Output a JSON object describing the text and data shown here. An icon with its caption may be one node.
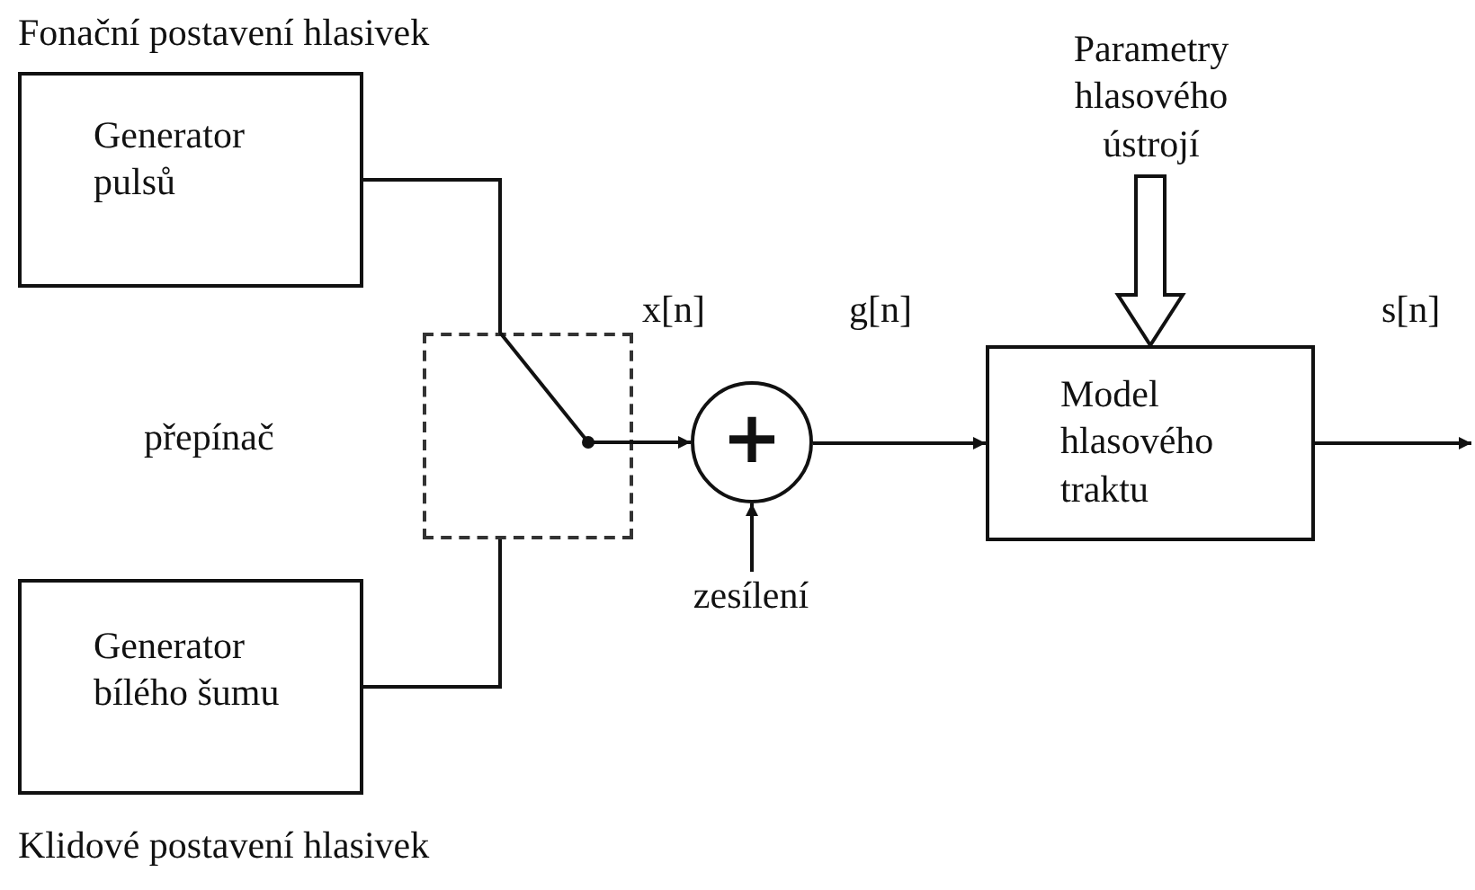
{
  "diagram": {
    "nodes": [
      {
        "text": [
          "Generator pulsů"
        ]
      },
      {
        "text": [
          "Generator bílého šumu"
        ]
      },
      {
        "text": [],
        "shape": "box",
        "beside": [
          "přepínač"
        ]
      },
      {
        "text": [
          "+"
        ]
      },
      {
        "text": [
          "Model hlasového traktu"
        ]
      },
      {
        "text": [
          "Parametry hlasového ústrojí"
        ]
      },
      {
        "text": [
          "zesílení"
        ]
      }
    ],
    "edges": [
      {
        "from": 0,
        "to": 2,
        "arrow": "none"
      },
      {
        "from": 1,
        "to": 2,
        "arrow": "none"
      },
      {
        "from": 2,
        "to": 3,
        "arrow": "to",
        "label": "x[n]"
      },
      {
        "from": 3,
        "to": 4,
        "arrow": "to",
        "label": "g[n]"
      },
      {
        "from": 4,
        "to": null,
        "arrow": "to",
        "label": "s[n]"
      },
      {
        "from": 5,
        "to": 4,
        "arrow": "to",
        "style": "thick"
      },
      {
        "from": 6,
        "to": 3,
        "arrow": "to"
      }
    ],
    "labels": [
      "Fonační postavení hlasivek",
      "Klidové postavení hlasivek"
    ]
  }
}
